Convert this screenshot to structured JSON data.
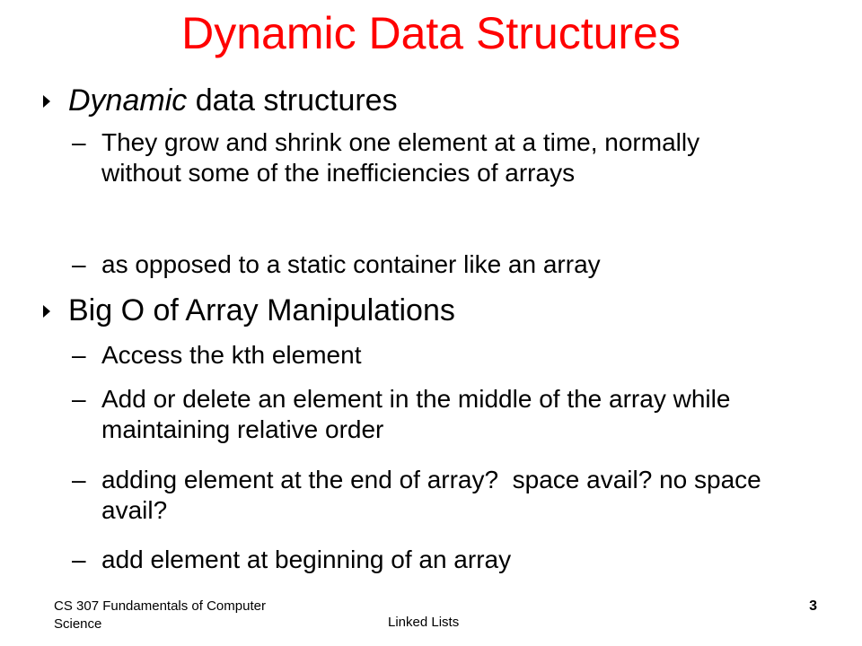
{
  "slide": {
    "title": "Dynamic Data Structures",
    "bullets": [
      {
        "text_italic": "Dynamic",
        "text_rest": " data structures",
        "subs": [
          "They grow and shrink one element at a time, normally without some of the inefficiencies of arrays",
          "as opposed to a static container like an array"
        ]
      },
      {
        "text": "Big O of Array Manipulations",
        "subs": [
          "Access the kth element",
          "Add or delete an element in the middle of the array while maintaining relative order",
          "adding element at the end of array?  space avail? no space avail?",
          "add element at beginning of an array"
        ]
      }
    ],
    "dash": "–"
  },
  "footer": {
    "course": "CS 307 Fundamentals of Computer Science",
    "topic": "Linked Lists",
    "page_number": "3"
  },
  "colors": {
    "title": "#ff0000",
    "text": "#000000",
    "background": "#ffffff"
  }
}
